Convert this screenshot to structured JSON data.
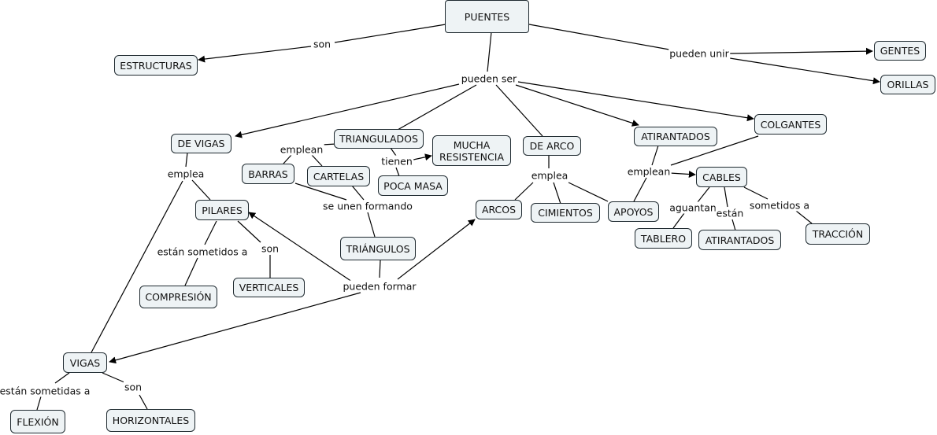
{
  "concepts": {
    "puentes": "PUENTES",
    "estructuras": "ESTRUCTURAS",
    "gentes": "GENTES",
    "orillas": "ORILLAS",
    "de_vigas": "DE VIGAS",
    "triangulados": "TRIANGULADOS",
    "mucha_resistencia": "MUCHA\nRESISTENCIA",
    "de_arco": "DE ARCO",
    "atirantados": "ATIRANTADOS",
    "colgantes": "COLGANTES",
    "barras": "BARRAS",
    "cartelas": "CARTELAS",
    "poca_masa": "POCA MASA",
    "cables": "CABLES",
    "pilares": "PILARES",
    "arcos": "ARCOS",
    "cimientos": "CIMIENTOS",
    "apoyos": "APOYOS",
    "tablero": "TABLERO",
    "atirantados_2": "ATIRANTADOS",
    "traccion": "TRACCIÓN",
    "triangulos": "TRIÁNGULOS",
    "compresion": "COMPRESIÓN",
    "verticales": "VERTICALES",
    "vigas": "VIGAS",
    "flexion": "FLEXIÓN",
    "horizontales": "HORIZONTALES"
  },
  "links": {
    "son_1": "son",
    "pueden_unir": "pueden unir",
    "pueden_ser": "pueden ser",
    "emplea_1": "emplea",
    "emplean_1": "emplean",
    "tienen": "tienen",
    "emplea_2": "emplea",
    "emplean_2": "emplean",
    "se_unen_formando": "se unen formando",
    "aguantan": "aguantan",
    "estan": "están",
    "sometidos_a": "sometidos a",
    "estan_sometidos_a": "están sometidos a",
    "son_2": "son",
    "pueden_formar": "pueden formar",
    "estan_sometidas_a": "están sometidas a",
    "son_3": "son"
  }
}
